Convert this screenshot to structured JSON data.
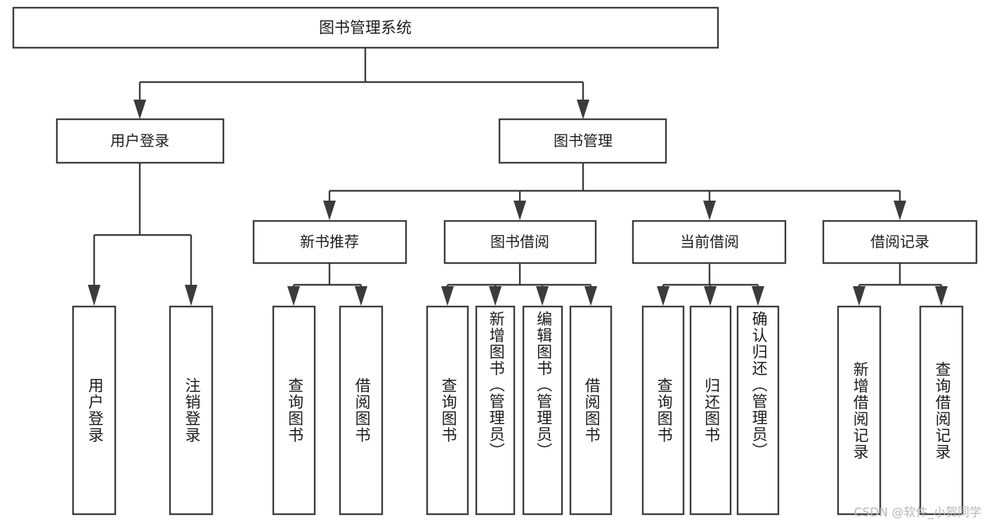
{
  "diagram": {
    "type": "tree-hierarchy-chart",
    "title_node": {
      "label": "图书管理系统"
    },
    "level1": [
      {
        "id": "user-login",
        "label": "用户登录"
      },
      {
        "id": "book-management",
        "label": "图书管理"
      }
    ],
    "level2": [
      {
        "id": "new-book-recommend",
        "label": "新书推荐",
        "parent": "book-management"
      },
      {
        "id": "book-borrow",
        "label": "图书借阅",
        "parent": "book-management"
      },
      {
        "id": "current-borrow",
        "label": "当前借阅",
        "parent": "book-management"
      },
      {
        "id": "borrow-record",
        "label": "借阅记录",
        "parent": "book-management"
      }
    ],
    "leaves": [
      {
        "id": "leaf-user-login",
        "label": "用户登录",
        "parent": "user-login"
      },
      {
        "id": "leaf-logout-login",
        "label": "注销登录",
        "parent": "user-login"
      },
      {
        "id": "leaf-query-book-1",
        "label": "查询图书",
        "parent": "new-book-recommend"
      },
      {
        "id": "leaf-borrow-book-1",
        "label": "借阅图书",
        "parent": "new-book-recommend"
      },
      {
        "id": "leaf-query-book-2",
        "label": "查询图书",
        "parent": "book-borrow"
      },
      {
        "id": "leaf-add-book-admin",
        "label": "新增图书（管理员）",
        "parent": "book-borrow"
      },
      {
        "id": "leaf-edit-book-admin",
        "label": "编辑图书（管理员）",
        "parent": "book-borrow"
      },
      {
        "id": "leaf-borrow-book-2",
        "label": "借阅图书",
        "parent": "book-borrow"
      },
      {
        "id": "leaf-query-book-3",
        "label": "查询图书",
        "parent": "current-borrow"
      },
      {
        "id": "leaf-return-book",
        "label": "归还图书",
        "parent": "current-borrow"
      },
      {
        "id": "leaf-confirm-return-admin",
        "label": "确认归还（管理员）",
        "parent": "current-borrow"
      },
      {
        "id": "leaf-add-borrow-record",
        "label": "新增借阅记录",
        "parent": "borrow-record"
      },
      {
        "id": "leaf-query-borrow-record",
        "label": "查询借阅记录",
        "parent": "borrow-record"
      }
    ],
    "colors": {
      "stroke": "#3b3b3b",
      "fill": "#ffffff",
      "text": "#1d1d1d",
      "watermark": "#b8b8b8"
    }
  },
  "watermark": {
    "text": "CSDN @软件_小贺同学"
  }
}
